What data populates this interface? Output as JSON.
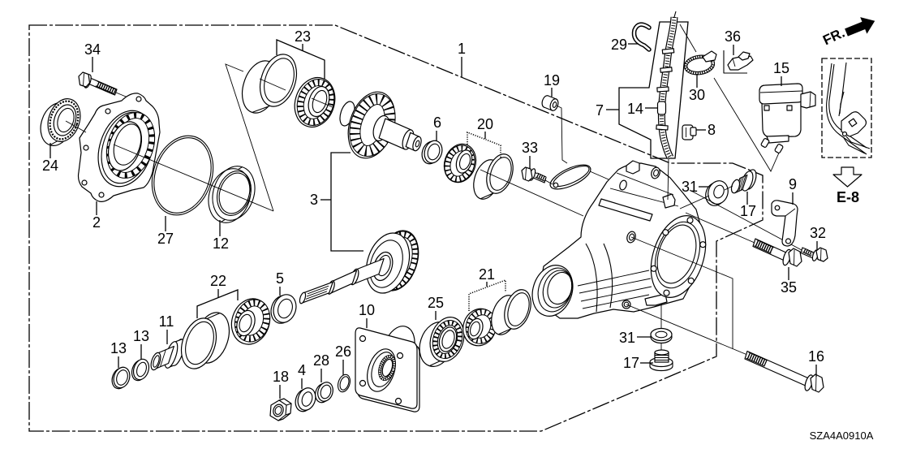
{
  "diagram": {
    "code": "SZA4A0910A",
    "direction_indicator": {
      "label": "FR.",
      "icon": "front-arrow-icon"
    },
    "reference": {
      "label": "E-8",
      "icon": "down-arrow-icon"
    },
    "callouts": [
      {
        "label": "1"
      },
      {
        "label": "2"
      },
      {
        "label": "3"
      },
      {
        "label": "4"
      },
      {
        "label": "5"
      },
      {
        "label": "6"
      },
      {
        "label": "7"
      },
      {
        "label": "8"
      },
      {
        "label": "9"
      },
      {
        "label": "10"
      },
      {
        "label": "11"
      },
      {
        "label": "12"
      },
      {
        "label": "13"
      },
      {
        "label": "13"
      },
      {
        "label": "14"
      },
      {
        "label": "15"
      },
      {
        "label": "16"
      },
      {
        "label": "17"
      },
      {
        "label": "17"
      },
      {
        "label": "18"
      },
      {
        "label": "19"
      },
      {
        "label": "20"
      },
      {
        "label": "21"
      },
      {
        "label": "22"
      },
      {
        "label": "23"
      },
      {
        "label": "24"
      },
      {
        "label": "25"
      },
      {
        "label": "26"
      },
      {
        "label": "27"
      },
      {
        "label": "28"
      },
      {
        "label": "29"
      },
      {
        "label": "30"
      },
      {
        "label": "31"
      },
      {
        "label": "31"
      },
      {
        "label": "32"
      },
      {
        "label": "33"
      },
      {
        "label": "34"
      },
      {
        "label": "35"
      },
      {
        "label": "36"
      }
    ]
  },
  "colors": {
    "line": "#000000",
    "background": "#ffffff"
  }
}
